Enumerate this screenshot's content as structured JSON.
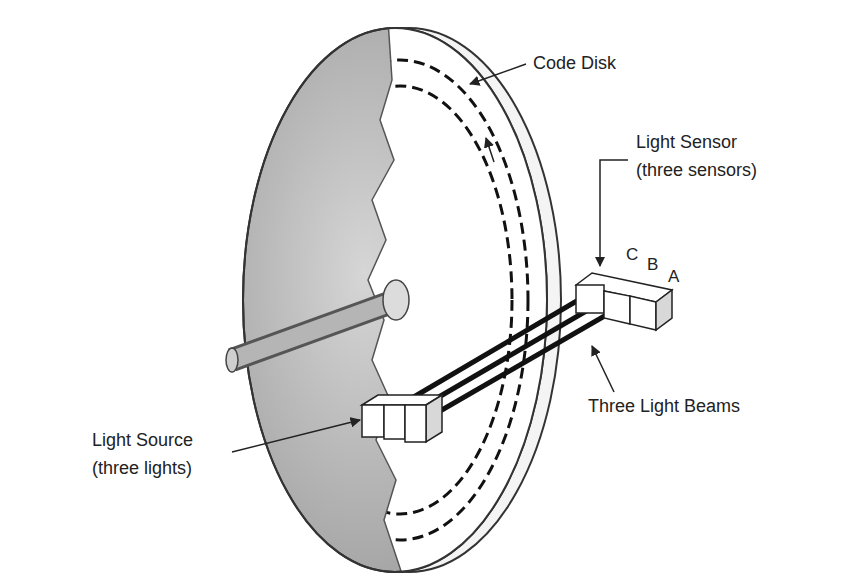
{
  "diagram": {
    "labels": [
      "Code Disk",
      "Light Sensor (three sensors)",
      "C",
      "B",
      "A",
      "Three Light Beams",
      "Light Source (three lights)"
    ]
  }
}
